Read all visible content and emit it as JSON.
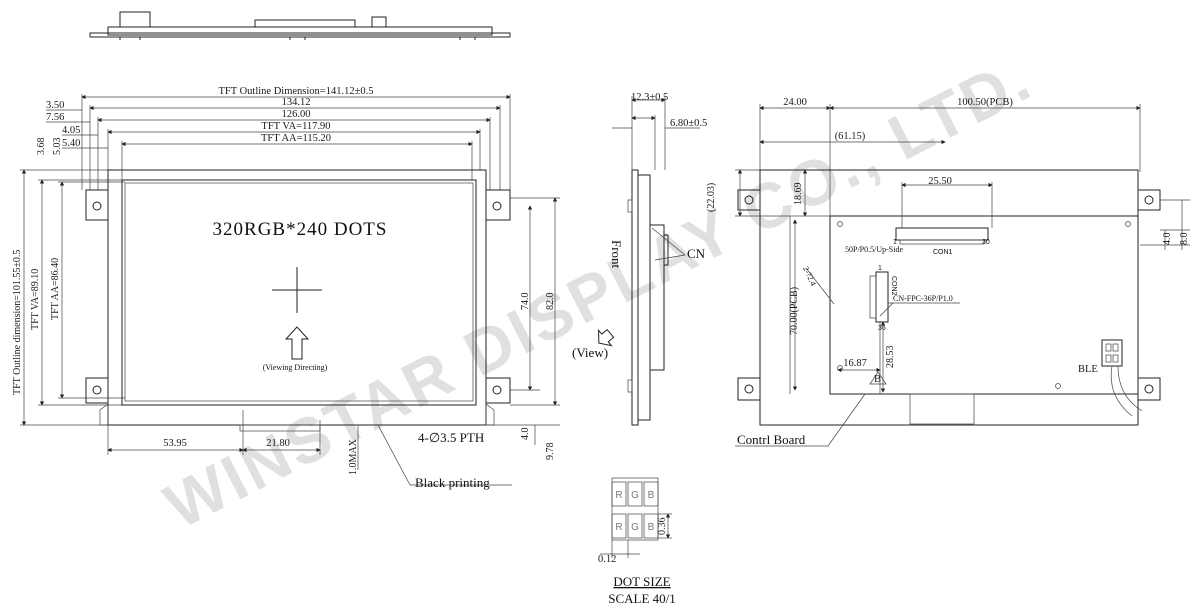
{
  "top_view": {
    "outline_dim": "TFT Outline Dimension=141.12±0.5",
    "dim_134": "134.12",
    "dim_126": "126.00",
    "va_dim": "TFT VA=117.90",
    "aa_dim": "TFT AA=115.20",
    "left_350": "3.50",
    "left_756": "7.56",
    "left_405": "4.05",
    "left_540": "5.40",
    "v_368": "3.68",
    "v_503": "5.03",
    "v_outline": "TFT Outline dimension=101.55±0.5",
    "v_va": "TFT VA=89.10",
    "v_aa": "TFT AA=86.40",
    "resolution": "320RGB*240 DOTS",
    "viewing": "(Viewing Directing)",
    "right_74": "74.0",
    "right_82": "82.0",
    "right_4": "4.0",
    "right_978": "9.78",
    "bottom_5395": "53.95",
    "bottom_2180": "21.80",
    "bottom_10max": "1.0MAX",
    "pth": "4-∅3.5 PTH",
    "black_printing": "Black printing"
  },
  "side_view": {
    "dim_123": "12.3±0.5",
    "dim_680": "6.80±0.5",
    "front": "Front",
    "cn": "CN",
    "view": "(View)"
  },
  "back_view": {
    "dim_24": "24.00",
    "dim_10050": "100.50(PCB)",
    "dim_6115": "(61.15)",
    "dim_2203": "(22.03)",
    "dim_1869": "18.69",
    "dim_2550": "25.50",
    "con1_desc": "50P/P0.5/Up-Side",
    "con1": "CON1",
    "hole": "2-?2.4",
    "pcb_70": "70.00(PCB)",
    "con2": "CON2",
    "con2_desc": "CN-FPC-36P/P1.0",
    "dim_1687": "16.87",
    "dim_2853": "28.53",
    "b_mark": "B",
    "ble": "BLE",
    "right_40": "4.0",
    "right_80": "8.0",
    "pin1": "1",
    "pin30": "30",
    "pin36": "36",
    "control_board": "Contrl Board"
  },
  "dot_size": {
    "r": "R",
    "g": "G",
    "b": "B",
    "dim_036": "0.36",
    "dim_012": "0.12",
    "title": "DOT SIZE",
    "scale": "SCALE 40/1"
  },
  "watermark": "WINSTAR DISPLAY CO., LTD."
}
